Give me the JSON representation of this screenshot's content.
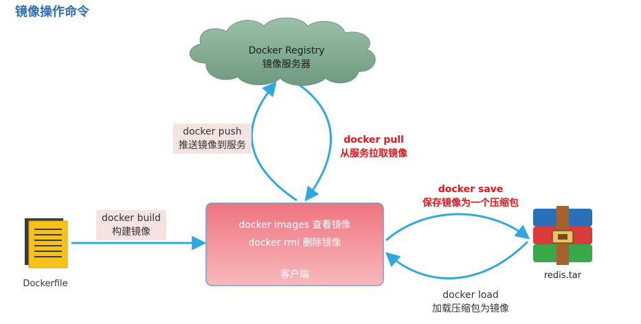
{
  "title": "镜像操作命令",
  "registry": {
    "name": "Docker Registry",
    "desc": "镜像服务器"
  },
  "push": {
    "cmd": "docker push",
    "desc": "推送镜像到服务"
  },
  "pull": {
    "cmd": "docker pull",
    "desc": "从服务拉取镜像"
  },
  "build": {
    "cmd": "docker build",
    "desc": "构建镜像"
  },
  "client": {
    "line1": "docker images 查看镜像",
    "line2": "docker rmi  删除镜像",
    "label": "客户端"
  },
  "save": {
    "cmd": "docker save",
    "desc": "保存镜像为一个压缩包"
  },
  "load": {
    "cmd": "docker load",
    "desc": "加载压缩包为镜像"
  },
  "dockerfile": {
    "label": "Dockerfile"
  },
  "archive": {
    "label": "redis.tar"
  },
  "colors": {
    "arrow": "#2ea9df",
    "client_fill": "#f07f87",
    "cloud_fill": "#7fa98f",
    "highlight": "#e8141b",
    "title": "#2f6fb2"
  }
}
